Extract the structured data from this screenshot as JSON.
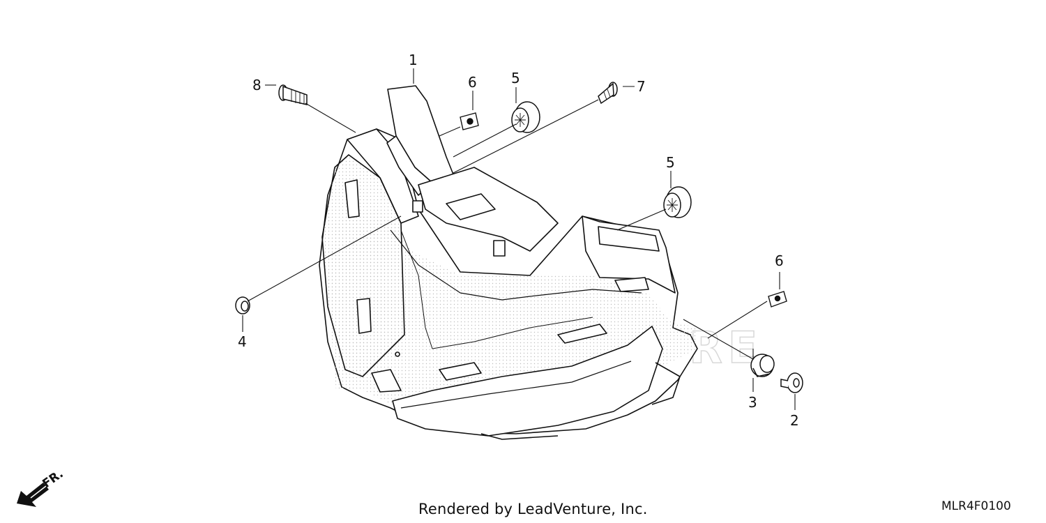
{
  "callouts": {
    "c1": "1",
    "c2": "2",
    "c3": "3",
    "c4": "4",
    "c5a": "5",
    "c5b": "5",
    "c6a": "6",
    "c6b": "6",
    "c7": "7",
    "c8": "8"
  },
  "direction_label": "FR.",
  "footer": {
    "rendered_by": "Rendered by LeadVenture, Inc.",
    "diagram_code": "MLR4F0100"
  },
  "watermark_text": "LEADVENTURE"
}
